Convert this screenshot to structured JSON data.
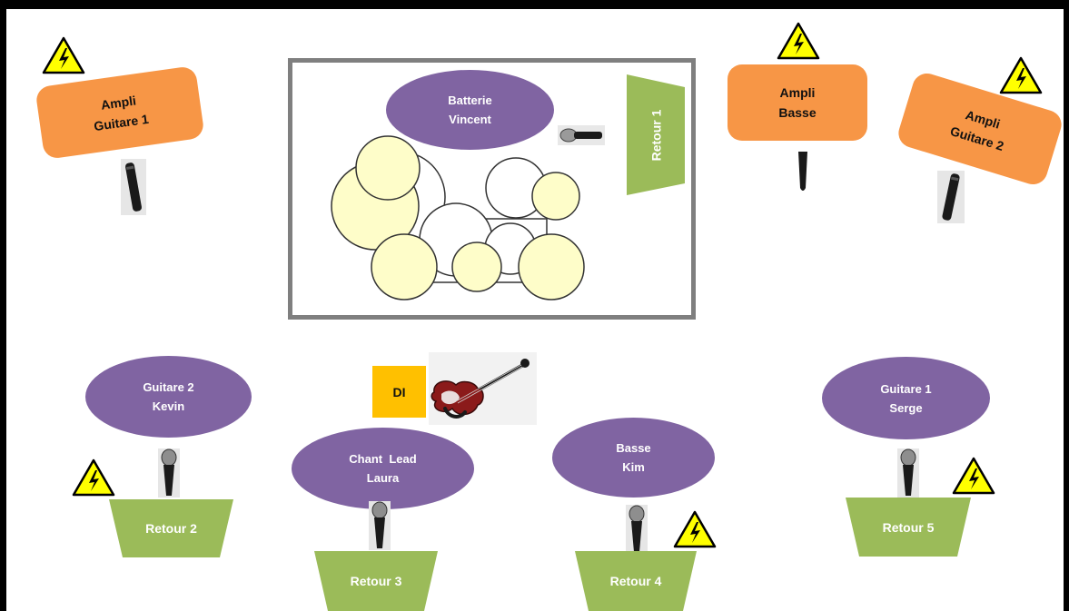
{
  "colors": {
    "musician": "#8064a2",
    "amp": "#f79646",
    "monitor": "#9bbb59",
    "di": "#ffc000",
    "drum_cymbal": "#fefdc9",
    "frame": "#000000",
    "drumkit_border": "#7f7f7f",
    "warning": "#ffff00"
  },
  "icons": {
    "mic": "microphone-icon",
    "warning": "high-voltage-warning-icon",
    "violin": "electric-violin-icon"
  },
  "drumkit": {
    "label_line1": "Batterie",
    "label_line2": "Vincent"
  },
  "musicians": {
    "kevin": {
      "line1": "Guitare 2",
      "line2": "Kevin"
    },
    "laura": {
      "line1": "Chant  Lead",
      "line2": "Laura"
    },
    "kim": {
      "line1": "Basse",
      "line2": "Kim"
    },
    "serge": {
      "line1": "Guitare 1",
      "line2": "Serge"
    }
  },
  "amps": {
    "guitare1": {
      "line1": "Ampli",
      "line2": "Guitare 1"
    },
    "basse": {
      "line1": "Ampli",
      "line2": "Basse"
    },
    "guitare2": {
      "line1": "Ampli",
      "line2": "Guitare 2"
    }
  },
  "monitors": {
    "retour1": "Retour 1",
    "retour2": "Retour 2",
    "retour3": "Retour 3",
    "retour4": "Retour 4",
    "retour5": "Retour 5"
  },
  "di_box": {
    "label": "DI"
  }
}
